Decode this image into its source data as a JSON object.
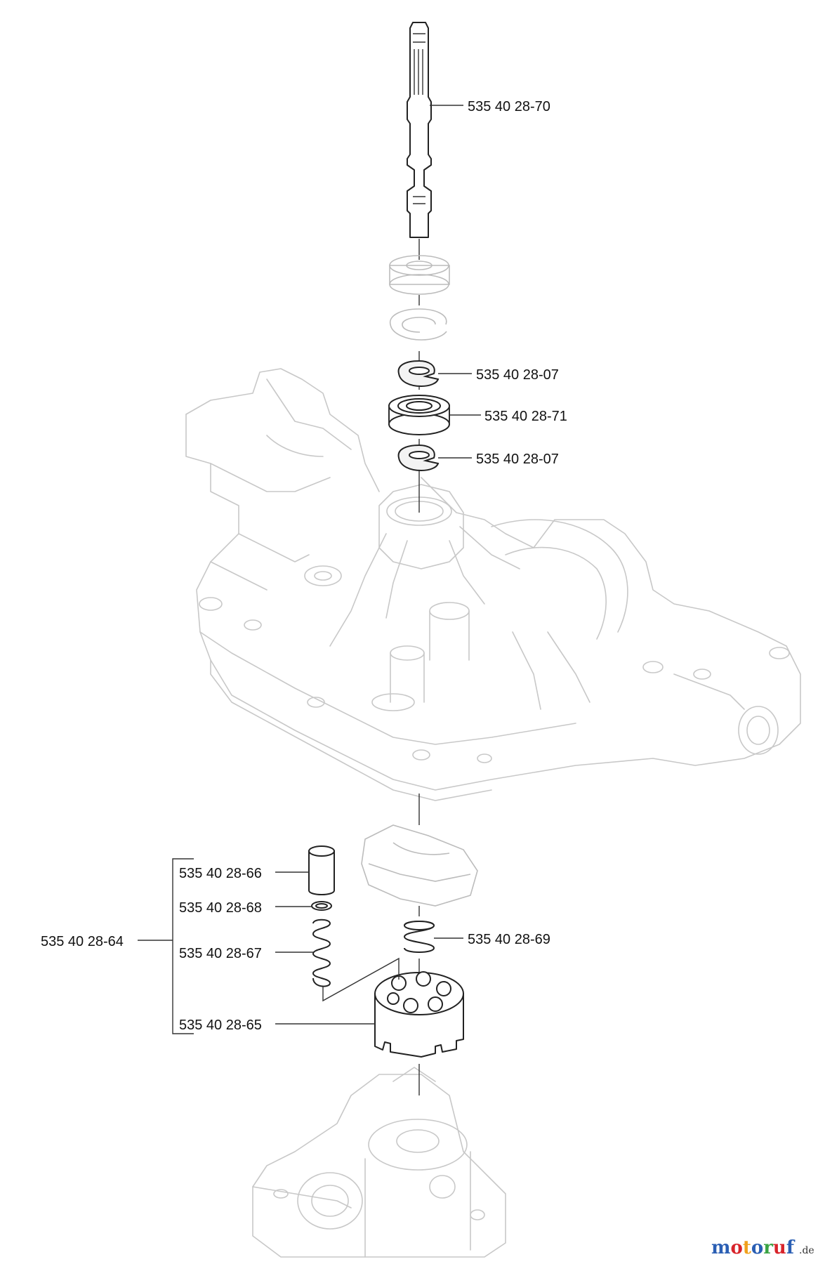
{
  "labels": {
    "shaft": "535 40 28-70",
    "clip_upper": "535 40 28-07",
    "bearing": "535 40 28-71",
    "clip_lower": "535 40 28-07",
    "spring_right": "535 40 28-69",
    "kit": "535 40 28-64",
    "kit_pin": "535 40 28-66",
    "kit_washer": "535 40 28-68",
    "kit_spring": "535 40 28-67",
    "kit_block": "535 40 28-65"
  },
  "watermark": {
    "letters": [
      "m",
      "o",
      "t",
      "o",
      "r",
      "u",
      "f"
    ],
    "colors": [
      "#2b5fb4",
      "#d8242b",
      "#f0a11c",
      "#2b5fb4",
      "#3aa344",
      "#d8242b",
      "#2b5fb4"
    ],
    "suffix": ".de"
  }
}
